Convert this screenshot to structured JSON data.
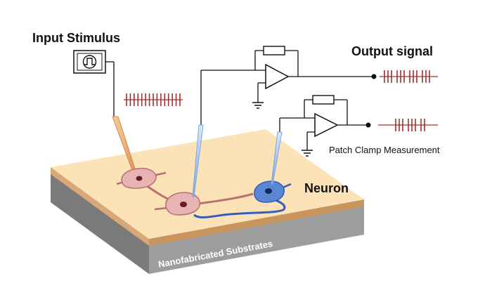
{
  "labels": {
    "input_stimulus": "Input Stimulus",
    "output_signal": "Output signal",
    "patch_clamp": "Patch Clamp Measurement",
    "neuron": "Neuron",
    "substrate": "Nanofabricated Substrates"
  },
  "colors": {
    "substrate_top": "#fbe3b7",
    "substrate_edge": "#d9a878",
    "substrate_side_front": "#808080",
    "substrate_side_right": "#a0a0a0",
    "spike": "#a0302c",
    "neuron_pink": "#e8b3b3",
    "neuron_nucleus": "#6a1a28",
    "neuron_blue": "#5b86d6",
    "neuron_blue_nucleus": "#0f2a5e",
    "stim_electrode": "#f2b77e",
    "rec_electrode": "#a9c6ee"
  },
  "spike_trains": {
    "input": [
      1,
      1,
      1,
      1,
      1,
      1,
      1,
      1,
      1,
      1,
      1,
      1,
      1,
      1,
      1
    ],
    "output_groups": [
      3,
      3,
      3,
      3
    ],
    "patch_groups": [
      3,
      3,
      2
    ]
  }
}
